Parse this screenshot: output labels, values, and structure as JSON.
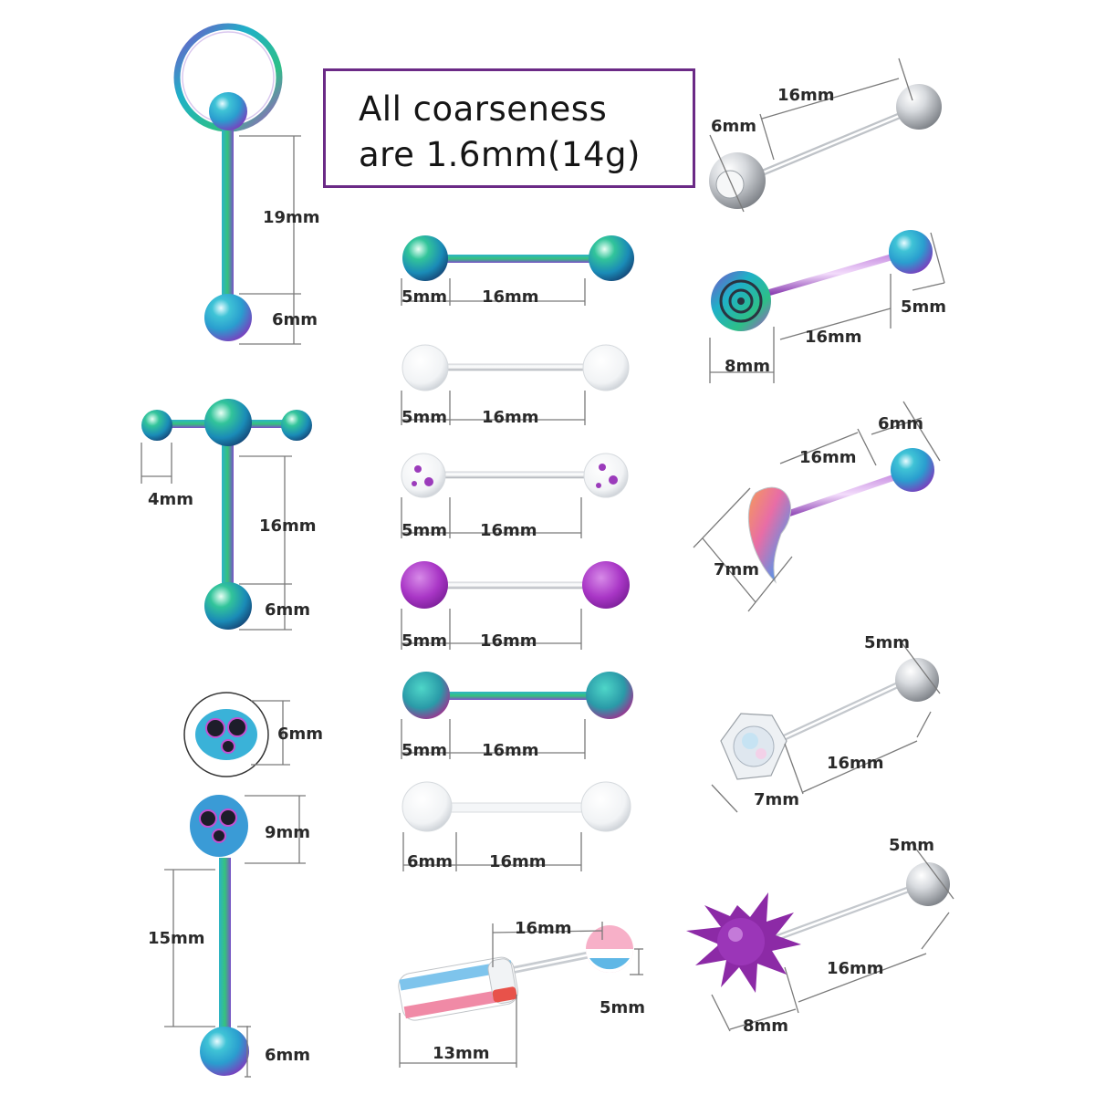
{
  "notice": {
    "line1": "All coarseness",
    "line2": "are 1.6mm(14g)"
  },
  "colors": {
    "frame": "#6b2a86",
    "rainbow": [
      "#1fb0c8",
      "#2dbf87",
      "#7b4fc9",
      "#b44bd0"
    ],
    "purple": "#8c2aa6",
    "silver": "#c9cdd2"
  },
  "labels": {
    "p1_len": "19mm",
    "p1_ball": "6mm",
    "p2_side": "4mm",
    "p2_len": "16mm",
    "p2_ball": "6mm",
    "p3_head": "6mm",
    "p3_skull": "9mm",
    "p3_len": "15mm",
    "p3_ball": "6mm",
    "m1_ball": "5mm",
    "m1_len": "16mm",
    "m2_ball": "5mm",
    "m2_len": "16mm",
    "m3_ball": "5mm",
    "m3_len": "16mm",
    "m4_ball": "5mm",
    "m4_len": "16mm",
    "m5_ball": "5mm",
    "m5_len": "16mm",
    "m6_ball": "6mm",
    "m6_len": "16mm",
    "m7_len": "16mm",
    "m7_ball": "5mm",
    "m7_top": "13mm",
    "r1_len": "16mm",
    "r1_ball": "6mm",
    "r2_ball": "5mm",
    "r2_len": "16mm",
    "r2_top": "8mm",
    "r3_ball": "6mm",
    "r3_len": "16mm",
    "r3_top": "7mm",
    "r4_ball": "5mm",
    "r4_len": "16mm",
    "r4_top": "7mm",
    "r5_ball": "5mm",
    "r5_len": "16mm",
    "r5_top": "8mm"
  }
}
